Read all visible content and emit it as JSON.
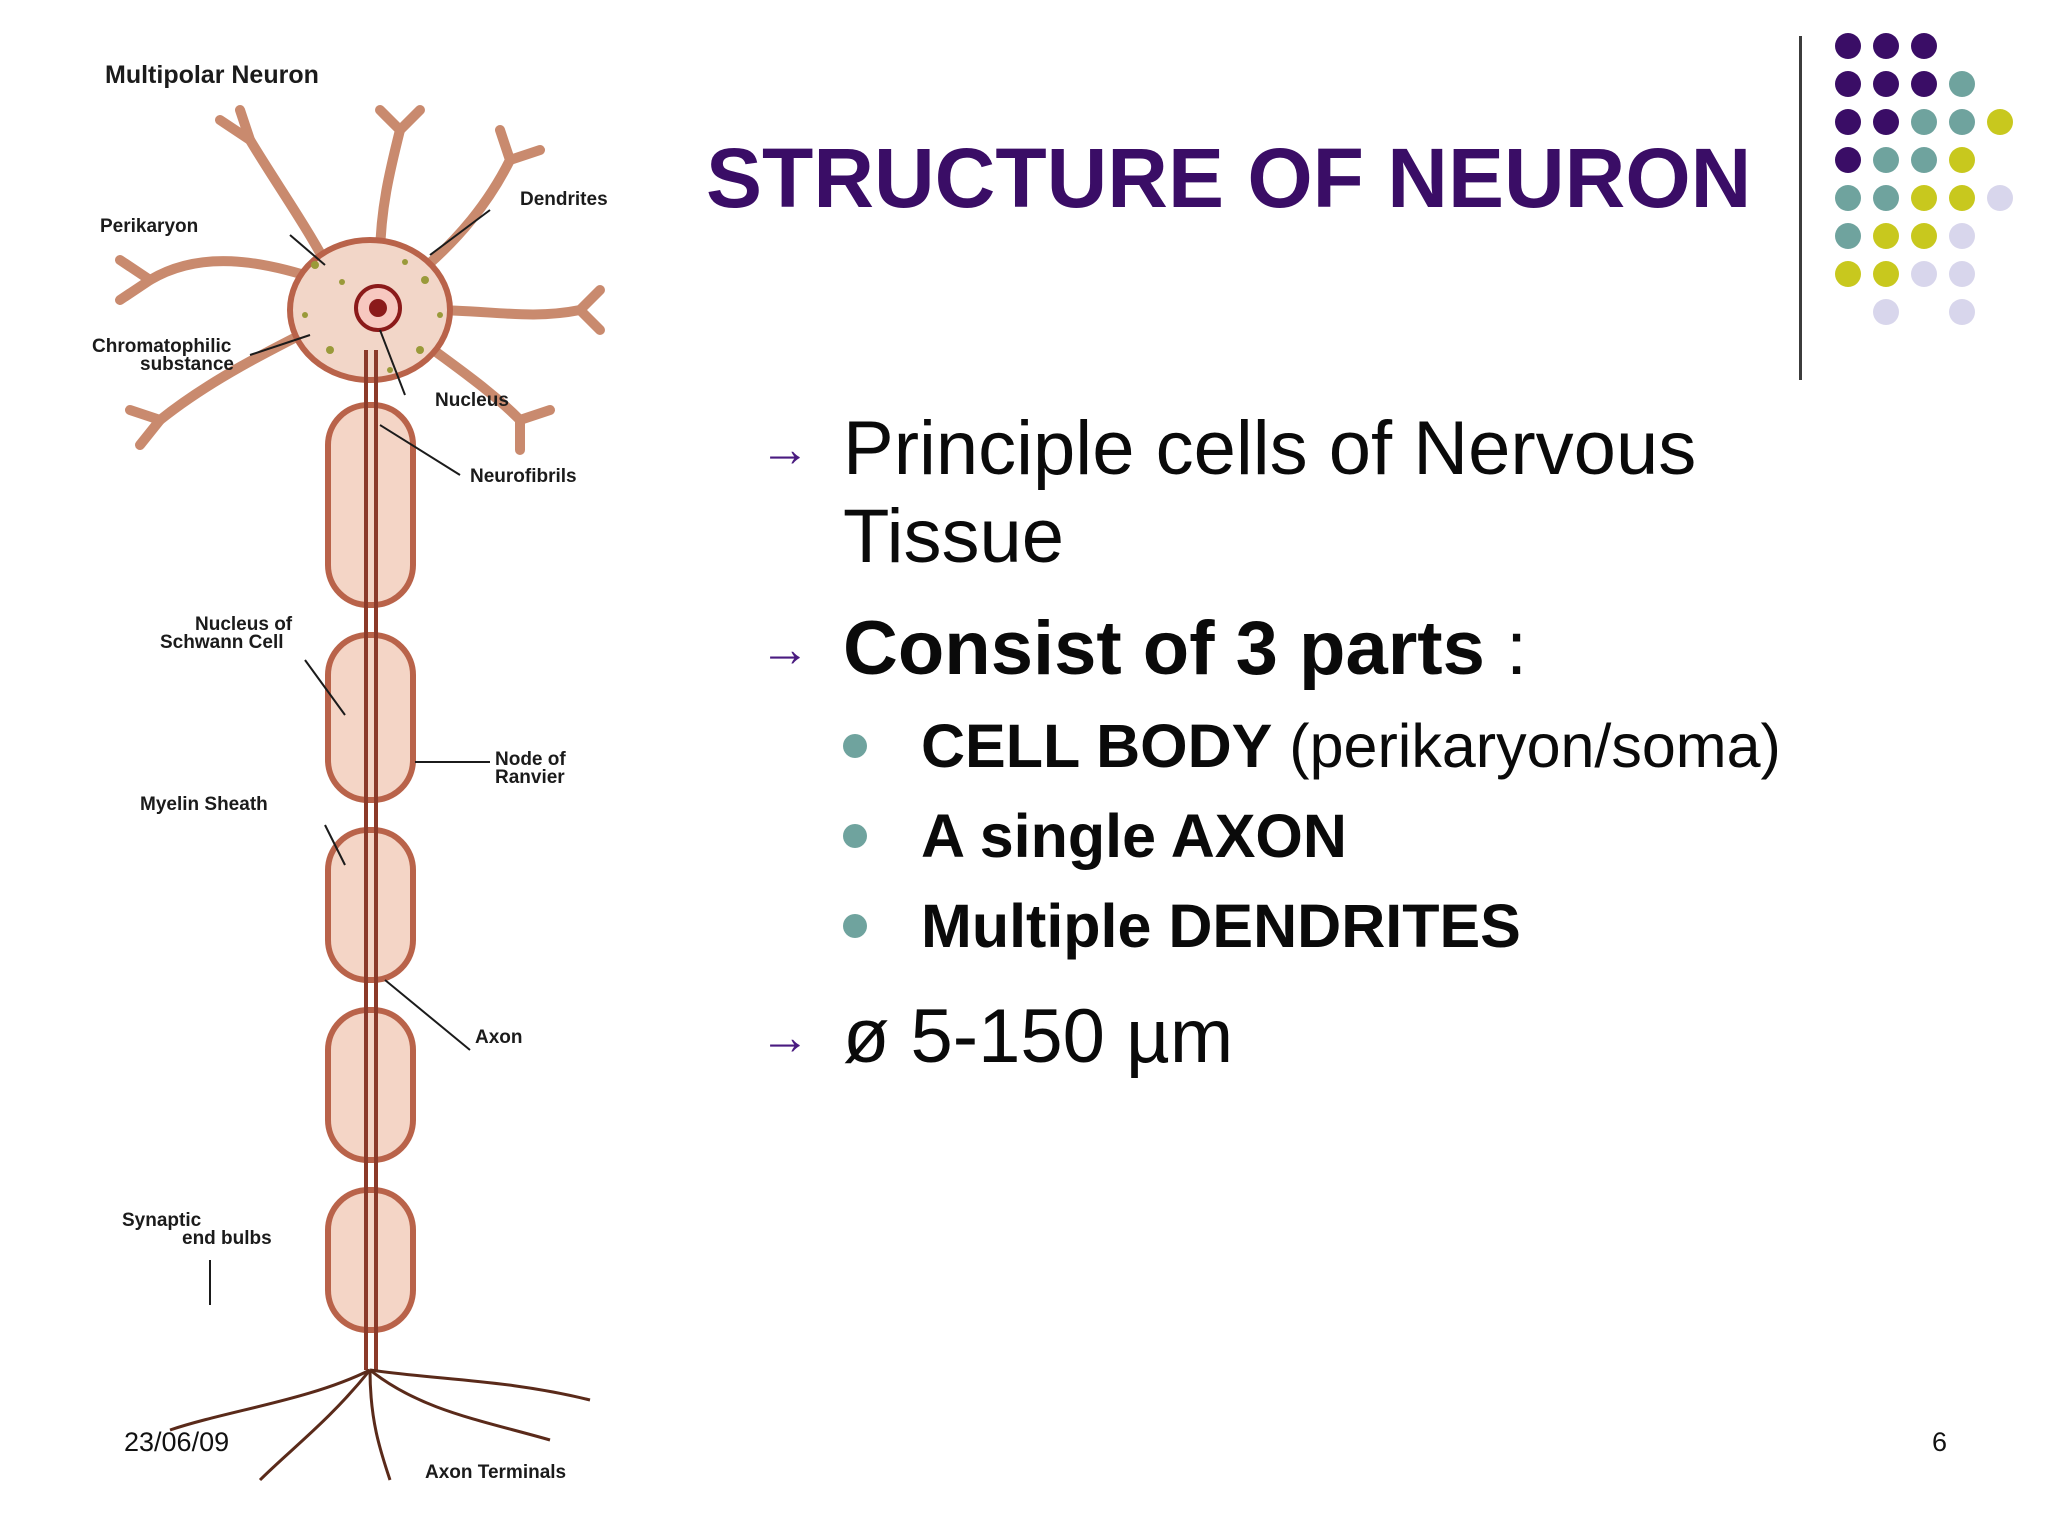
{
  "figure": {
    "title": "Multipolar Neuron",
    "labels": {
      "perikaryon": "Perikaryon",
      "dendrites": "Dendrites",
      "chromatophilic_line1": "Chromatophilic",
      "chromatophilic_line2": "substance",
      "nucleus": "Nucleus",
      "neurofibrils": "Neurofibrils",
      "schwann_line1": "Nucleus of",
      "schwann_line2": "Schwann Cell",
      "node_line1": "Node of",
      "node_line2": "Ranvier",
      "myelin": "Myelin Sheath",
      "axon": "Axon",
      "synaptic_line1": "Synaptic",
      "synaptic_line2": "end bulbs",
      "axon_terminals": "Axon Terminals"
    }
  },
  "slide": {
    "title": "STRUCTURE OF NEURON",
    "arrow_icon": "→",
    "bullets": {
      "b1_line1": "Principle cells of Nervous",
      "b1_line2": "Tissue",
      "b2_bold": "Consist of 3 parts",
      "b2_rest": " :",
      "sub1_bold": "CELL BODY",
      "sub1_rest": " (perikaryon/soma)",
      "sub2_bold": "A single AXON",
      "sub3_bold": "Multiple DENDRITES",
      "b3": "ø 5-150 µm"
    },
    "footer": {
      "date": "23/06/09",
      "page": "6"
    }
  },
  "colors": {
    "title": "#3a0d66",
    "purple": "#3a0d66",
    "teal": "#6fa39e",
    "yellow": "#c8c81e",
    "lavender": "#d8d6ec"
  }
}
